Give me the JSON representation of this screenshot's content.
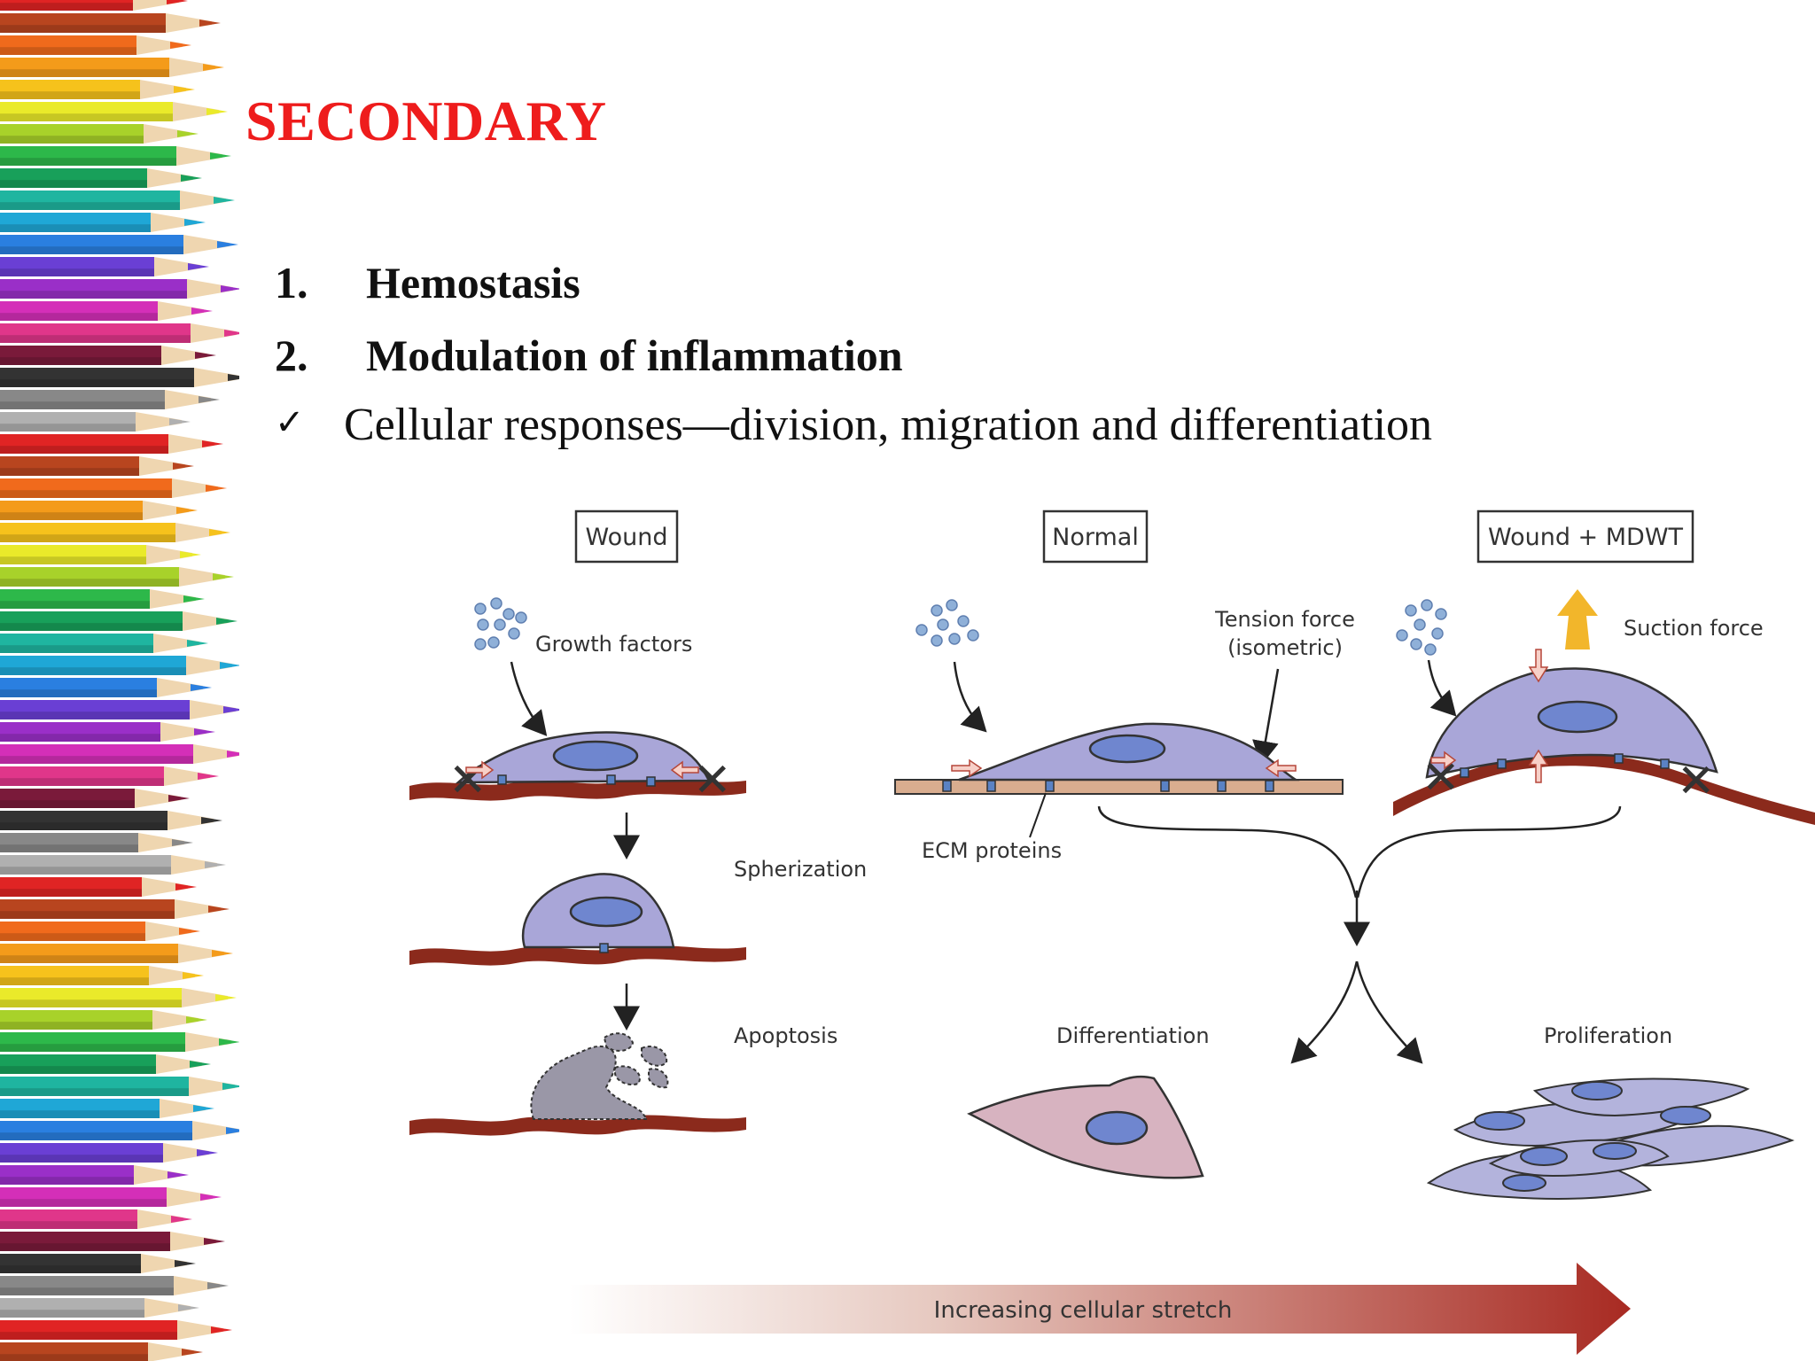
{
  "slide": {
    "title": "SECONDARY",
    "items": [
      {
        "number": "1.",
        "text": "Hemostasis"
      },
      {
        "number": "2.",
        "text": "Modulation of inflammation"
      }
    ],
    "check_item": "Cellular responses—division, migration and differentiation"
  },
  "diagram": {
    "panels": {
      "wound": "Wound",
      "normal": "Normal",
      "wound_mdwt": "Wound + MDWT"
    },
    "labels": {
      "growth_factors": "Growth factors",
      "tension_force_1": "Tension force",
      "tension_force_2": "(isometric)",
      "suction_force": "Suction force",
      "ecm_proteins": "ECM proteins",
      "spherization": "Spherization",
      "apoptosis": "Apoptosis",
      "differentiation": "Differentiation",
      "proliferation": "Proliferation",
      "stretch_arrow": "Increasing cellular stretch"
    }
  },
  "colors": {
    "title": "#ee1c1c",
    "cell_fill": "#a9a6d8",
    "nucleus_fill": "#6f86cf",
    "tissue": "#8b2a1c",
    "ecm_bar": "#d9ad8f",
    "suction_arrow": "#f2b62b",
    "stretch_arrow": "#a82a22"
  }
}
